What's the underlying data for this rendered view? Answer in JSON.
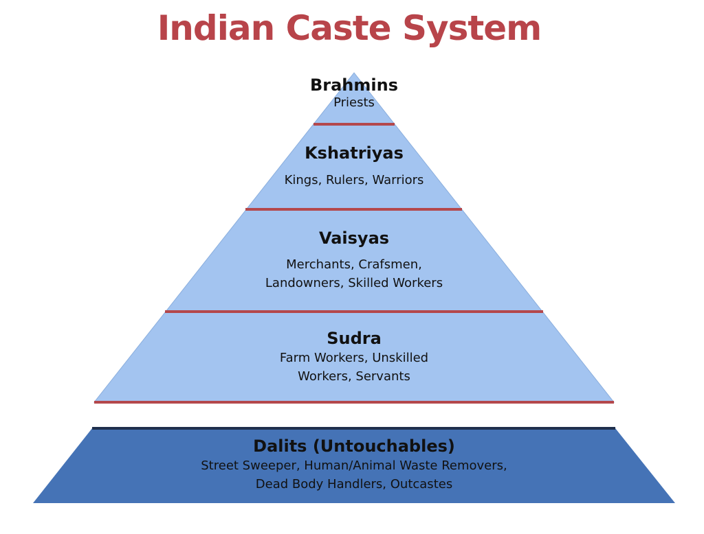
{
  "title": "Indian Caste System",
  "colors": {
    "title": "#b8444a",
    "pyramid_fill": "#a3c4f0",
    "pyramid_edge": "#8aaedd",
    "divider": "#b4484c",
    "base_fill": "#4573b6",
    "base_top_edge": "#1f2f4d"
  },
  "tiers": [
    {
      "name": "Brahmins",
      "description": "Priests"
    },
    {
      "name": "Kshatriyas",
      "description": "Kings, Rulers, Warriors"
    },
    {
      "name": "Vaisyas",
      "description": "Merchants, Crafsmen, Landowners, Skilled Workers"
    },
    {
      "name": "Sudra",
      "description": "Farm Workers, Unskilled Workers, Servants"
    }
  ],
  "base": {
    "name": "Dalits (Untouchables)",
    "description": "Street Sweeper, Human/Animal Waste Removers, Dead Body Handlers, Outcastes"
  }
}
